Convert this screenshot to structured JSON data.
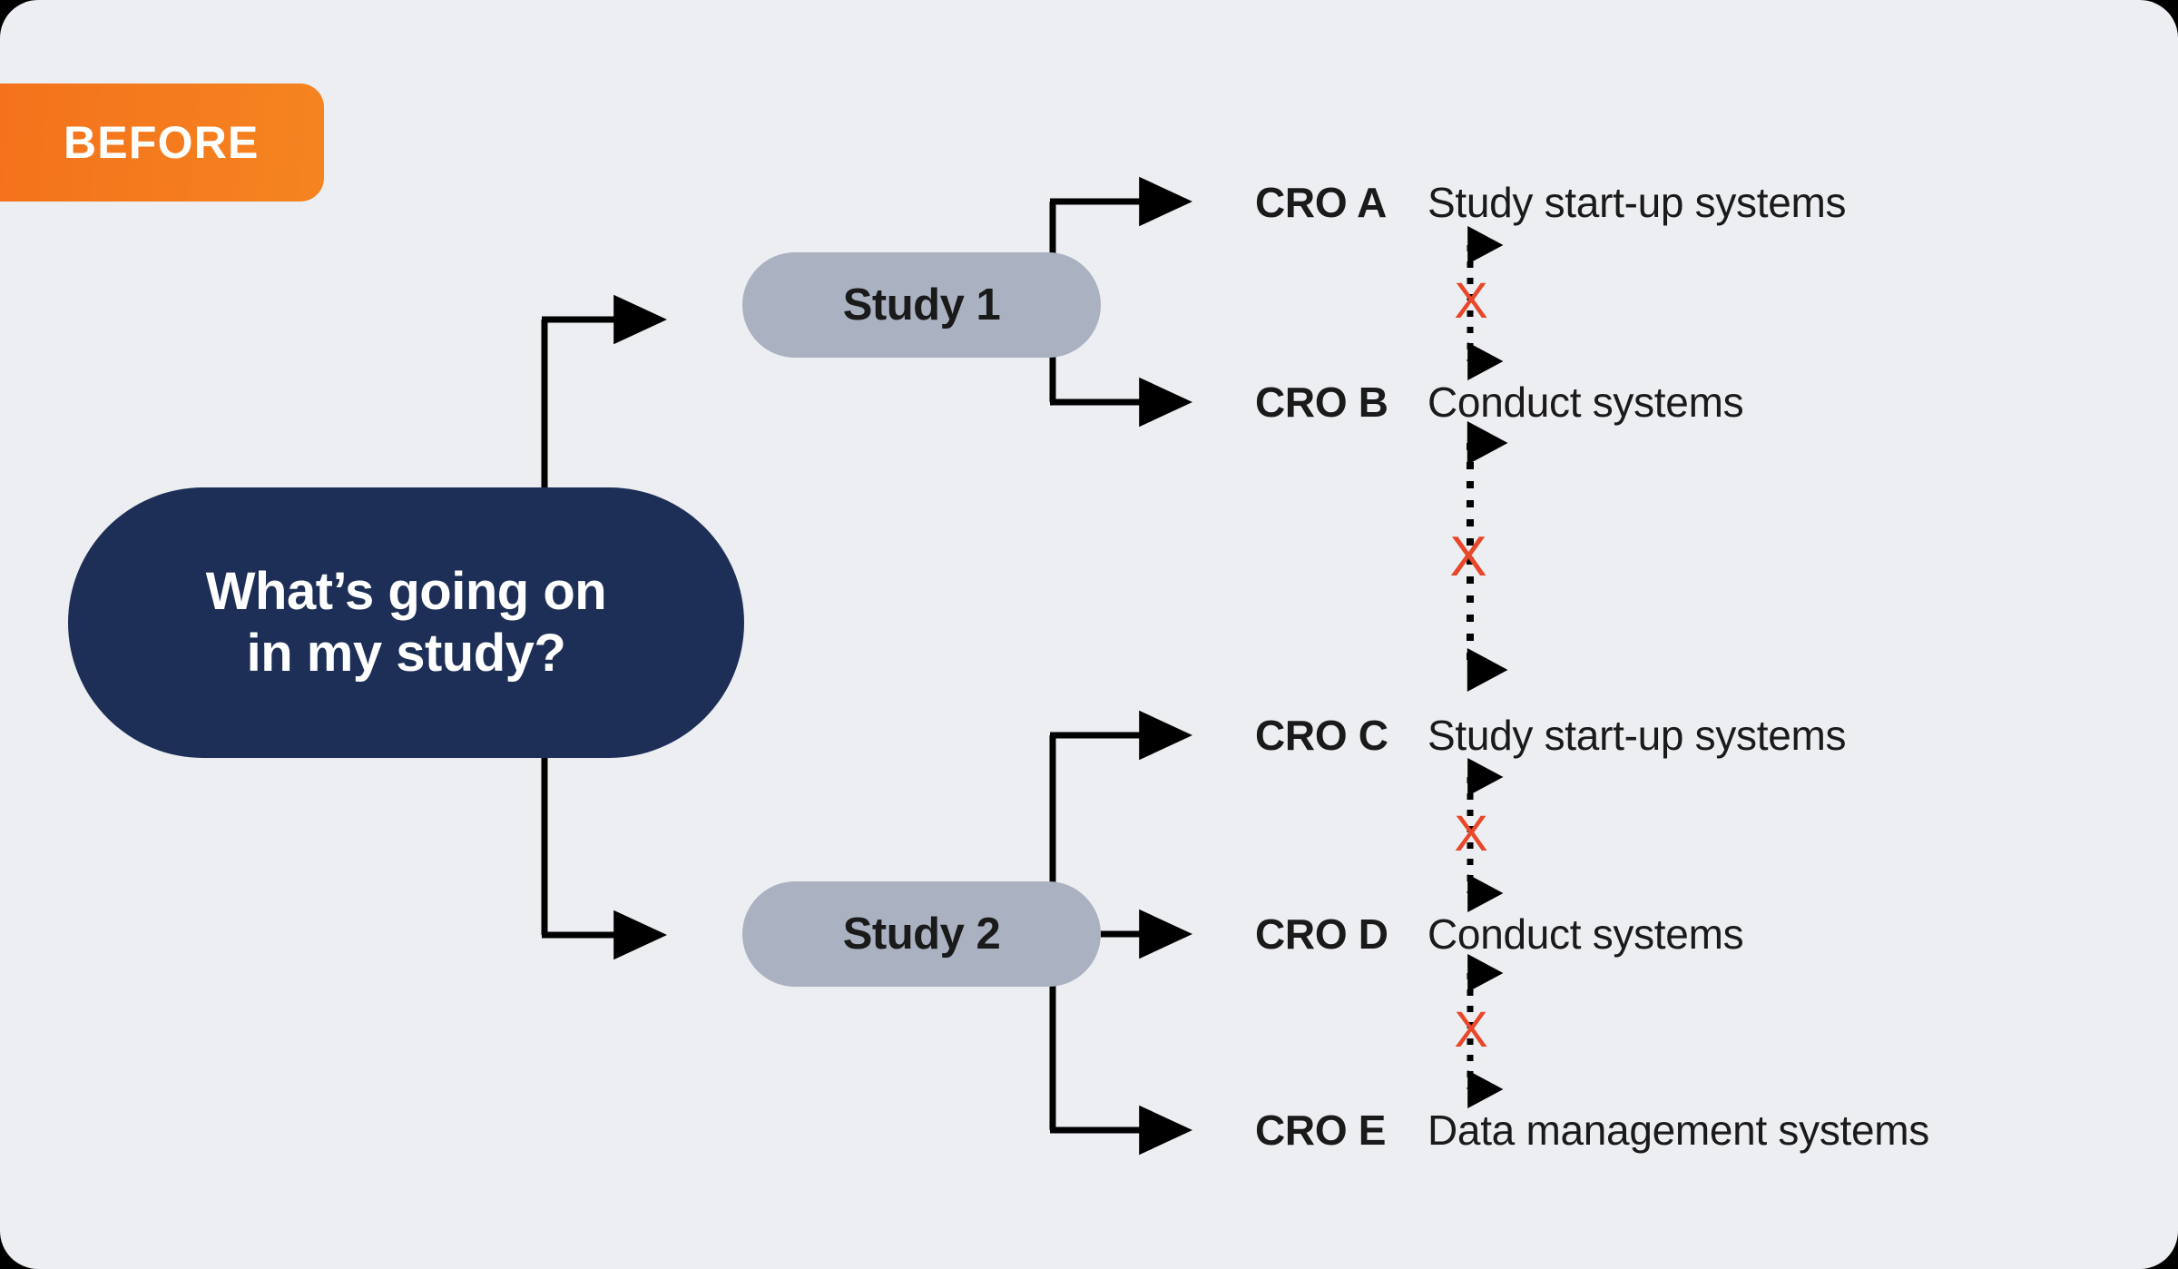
{
  "badge": {
    "label": "BEFORE",
    "color": "#F4701B"
  },
  "canvas": {
    "background": "#EDEEF2"
  },
  "root_node": {
    "text": "What’s going on\nin my study?",
    "color": "#1D2F56"
  },
  "studies": [
    {
      "label": "Study 1",
      "color": "#AAB1C0"
    },
    {
      "label": "Study 2",
      "color": "#AAB1C0"
    }
  ],
  "cros": [
    {
      "code": "CRO A",
      "description": "Study start-up systems"
    },
    {
      "code": "CRO B",
      "description": "Conduct systems"
    },
    {
      "code": "CRO C",
      "description": "Study start-up systems"
    },
    {
      "code": "CRO D",
      "description": "Conduct systems"
    },
    {
      "code": "CRO E",
      "description": "Data management systems"
    }
  ],
  "disconnect_markers": [
    {
      "symbol": "X",
      "between": "CRO A / CRO B",
      "color": "#E8472A"
    },
    {
      "symbol": "X",
      "between": "CRO B / CRO C",
      "color": "#E8472A"
    },
    {
      "symbol": "X",
      "between": "CRO C / CRO D",
      "color": "#E8472A"
    },
    {
      "symbol": "X",
      "between": "CRO D / CRO E",
      "color": "#E8472A"
    }
  ]
}
